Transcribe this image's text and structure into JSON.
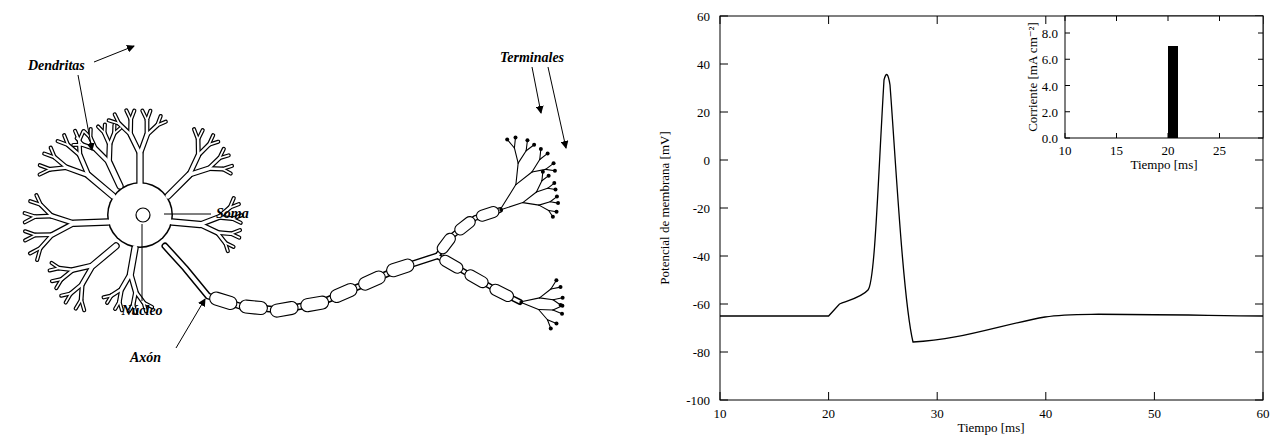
{
  "diagram": {
    "labels": [
      "Dendritas",
      "Terminales",
      "Soma",
      "Núcleo",
      "Axón",
      "Potencial de membrana [mV]",
      "Tiempo [ms]",
      "60",
      "40",
      "20",
      "0",
      "-20",
      "-40",
      "-60",
      "-80",
      "-100",
      "10",
      "20",
      "30",
      "40",
      "50",
      "60",
      "Corriente [mA cm⁻²]",
      "Tiempo [ms]",
      "0.0",
      "2.0",
      "4.0",
      "6.0",
      "8.0",
      "10",
      "15",
      "20",
      "25"
    ]
  }
}
